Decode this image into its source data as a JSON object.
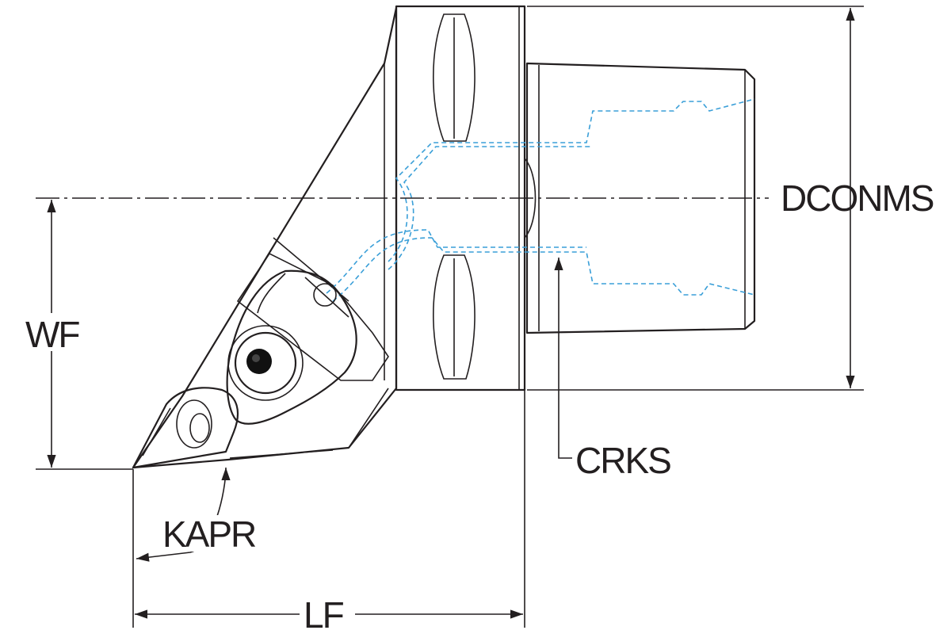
{
  "labels": {
    "dconms": "DCONMS",
    "wf": "WF",
    "crks": "CRKS",
    "kapr": "KAPR",
    "lf": "LF"
  },
  "colors": {
    "insert": "#ffe600",
    "line": "#231f20",
    "coolant": "#3a9fd8",
    "shade": "#d8d8d8"
  }
}
